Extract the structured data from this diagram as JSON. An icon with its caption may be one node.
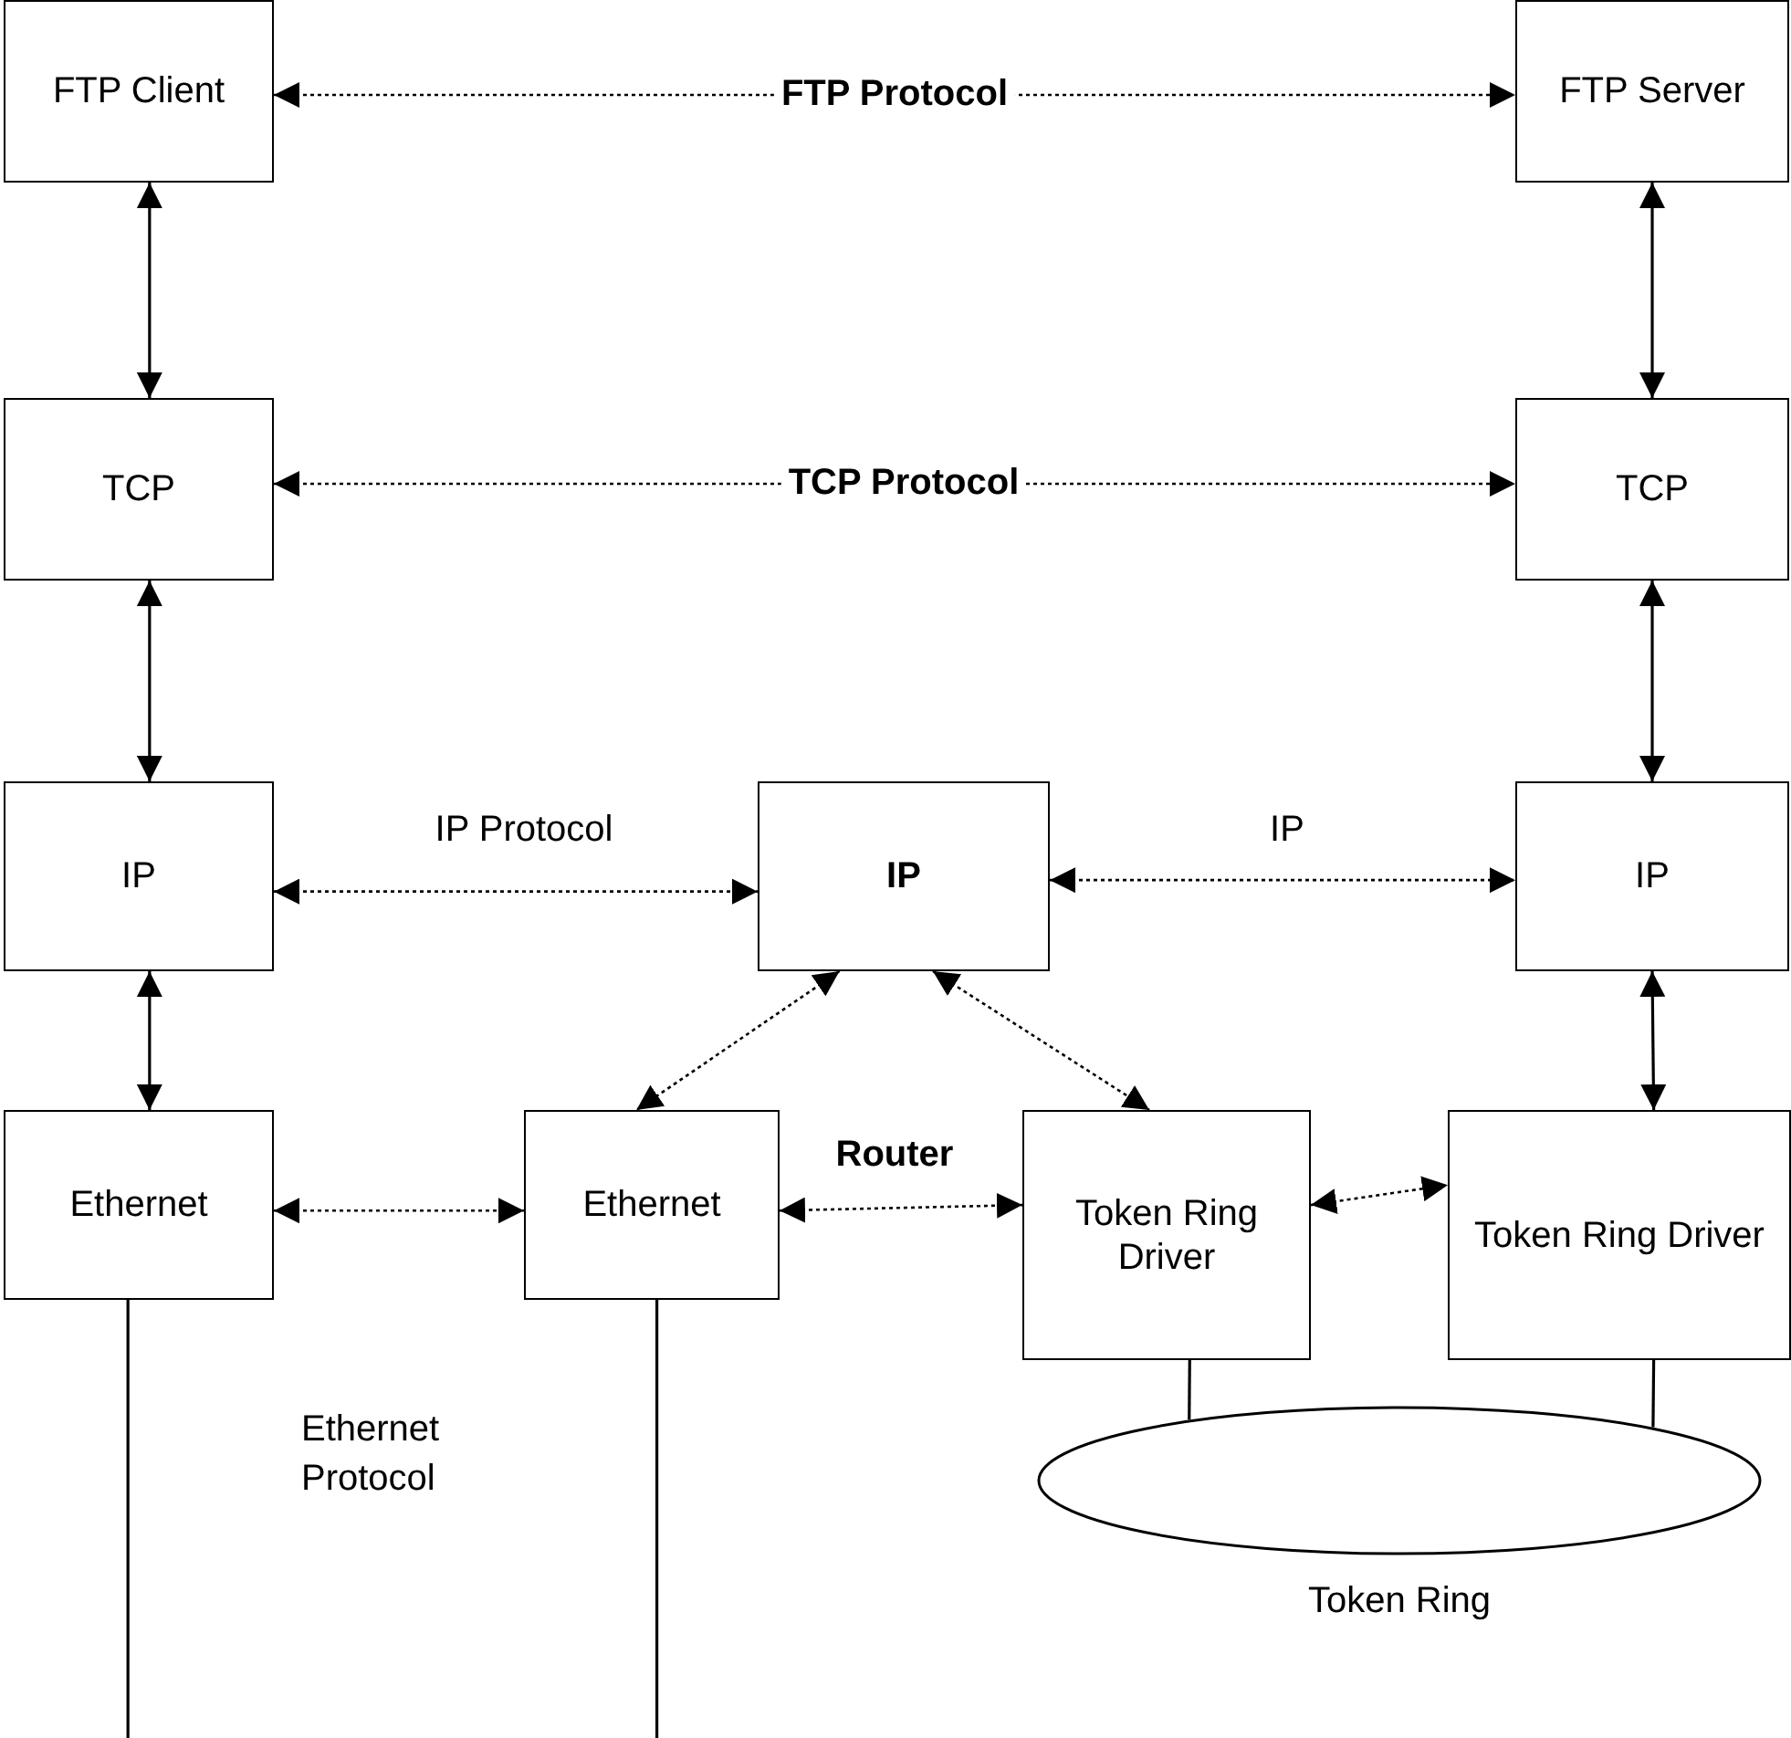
{
  "diagram": {
    "nodes": [
      {
        "text": [
          "FTP Client"
        ]
      },
      {
        "text": [
          "FTP Server"
        ]
      },
      {
        "text": [
          "TCP"
        ]
      },
      {
        "text": [
          "TCP"
        ]
      },
      {
        "text": [
          "IP"
        ]
      },
      {
        "text": [
          "IP"
        ]
      },
      {
        "text": [
          "IP"
        ]
      },
      {
        "text": [
          "Ethernet"
        ]
      },
      {
        "text": [
          "Ethernet"
        ]
      },
      {
        "text": [
          "Token Ring Driver"
        ]
      },
      {
        "text": [
          "Token Ring Driver"
        ]
      },
      {
        "text": [
          "Token Ring"
        ]
      }
    ],
    "edges": [
      {
        "from": 0,
        "to": 1,
        "arrow": "both",
        "label": "FTP Protocol",
        "style": "dashed"
      },
      {
        "from": 0,
        "to": 2,
        "arrow": "both"
      },
      {
        "from": 1,
        "to": 3,
        "arrow": "both"
      },
      {
        "from": 2,
        "to": 3,
        "arrow": "both",
        "label": "TCP Protocol",
        "style": "dashed"
      },
      {
        "from": 2,
        "to": 4,
        "arrow": "both"
      },
      {
        "from": 3,
        "to": 6,
        "arrow": "both"
      },
      {
        "from": 4,
        "to": 5,
        "arrow": "both",
        "label": "IP Protocol",
        "style": "dashed"
      },
      {
        "from": 5,
        "to": 6,
        "arrow": "both",
        "label": "IP",
        "style": "dashed"
      },
      {
        "from": 4,
        "to": 7,
        "arrow": "both"
      },
      {
        "from": 6,
        "to": 10,
        "arrow": "both"
      },
      {
        "from": 5,
        "to": 8,
        "arrow": "both",
        "style": "dashed"
      },
      {
        "from": 5,
        "to": 9,
        "arrow": "both",
        "style": "dashed"
      },
      {
        "from": 7,
        "to": 8,
        "arrow": "both",
        "style": "dashed"
      },
      {
        "from": 8,
        "to": 9,
        "arrow": "both",
        "label": "Router",
        "style": "dashed"
      },
      {
        "from": 9,
        "to": 10,
        "arrow": "both",
        "style": "dashed"
      },
      {
        "from": 9,
        "to": 11,
        "arrow": "none"
      },
      {
        "from": 10,
        "to": 11,
        "arrow": "none"
      },
      {
        "from": 7,
        "to": null,
        "arrow": "none"
      },
      {
        "from": 8,
        "to": null,
        "arrow": "none"
      }
    ],
    "labels": [
      "Ethernet Protocol"
    ]
  }
}
